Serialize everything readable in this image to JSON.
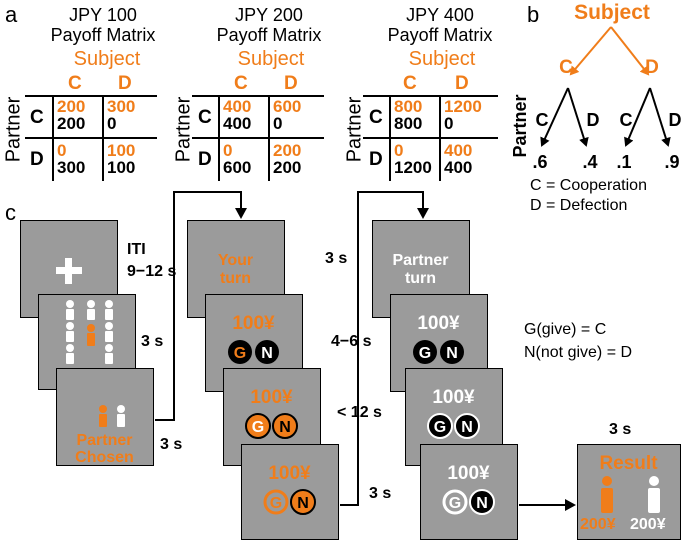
{
  "panel_labels": {
    "a": "a",
    "b": "b",
    "c": "c"
  },
  "matrices": [
    {
      "title_line1": "JPY 100",
      "title_line2": "Payoff Matrix",
      "subject": "Subject",
      "partner": "Partner",
      "col_c": "C",
      "col_d": "D",
      "row_c": "C",
      "row_d": "D",
      "cc_s": "200",
      "cc_p": "200",
      "cd_s": "300",
      "cd_p": "0",
      "dc_s": "0",
      "dc_p": "300",
      "dd_s": "100",
      "dd_p": "100"
    },
    {
      "title_line1": "JPY 200",
      "title_line2": "Payoff Matrix",
      "subject": "Subject",
      "partner": "Partner",
      "col_c": "C",
      "col_d": "D",
      "row_c": "C",
      "row_d": "D",
      "cc_s": "400",
      "cc_p": "400",
      "cd_s": "600",
      "cd_p": "0",
      "dc_s": "0",
      "dc_p": "600",
      "dd_s": "200",
      "dd_p": "200"
    },
    {
      "title_line1": "JPY 400",
      "title_line2": "Payoff Matrix",
      "subject": "Subject",
      "partner": "Partner",
      "col_c": "C",
      "col_d": "D",
      "row_c": "C",
      "row_d": "D",
      "cc_s": "800",
      "cc_p": "800",
      "cd_s": "1200",
      "cd_p": "0",
      "dc_s": "0",
      "dc_p": "1200",
      "dd_s": "400",
      "dd_p": "400"
    }
  ],
  "tree": {
    "subject": "Subject",
    "partner": "Partner",
    "c": "C",
    "d": "D",
    "leaf_c_c": "C",
    "leaf_c_d": "D",
    "leaf_d_c": "C",
    "leaf_d_d": "D",
    "p1": ".6",
    "p2": ".4",
    "p3": ".1",
    "p4": ".9",
    "legend_c": "C = Cooperation",
    "legend_d": "D = Defection"
  },
  "timeline": {
    "iti_label": "ITI",
    "iti_range": "9−12 s",
    "three_s_a": "3 s",
    "three_s_b": "3 s",
    "three_s_c": "3 s",
    "three_s_d": "3 s",
    "three_s_e": "3 s",
    "range_4_6": "4−6 s",
    "lt12": "< 12 s",
    "partner_chosen_1": "Partner",
    "partner_chosen_2": "Chosen",
    "your_turn_1": "Your",
    "your_turn_2": "turn",
    "partner_turn_1": "Partner",
    "partner_turn_2": "turn",
    "amount": "100¥",
    "g": "G",
    "n": "N",
    "give_def": "G(give) = C",
    "notgive_def": "N(not give) = D",
    "result": "Result",
    "result_subject": "200¥",
    "result_partner": "200¥",
    "orange": "#f07d1a",
    "grey": "#9b9b9b"
  }
}
